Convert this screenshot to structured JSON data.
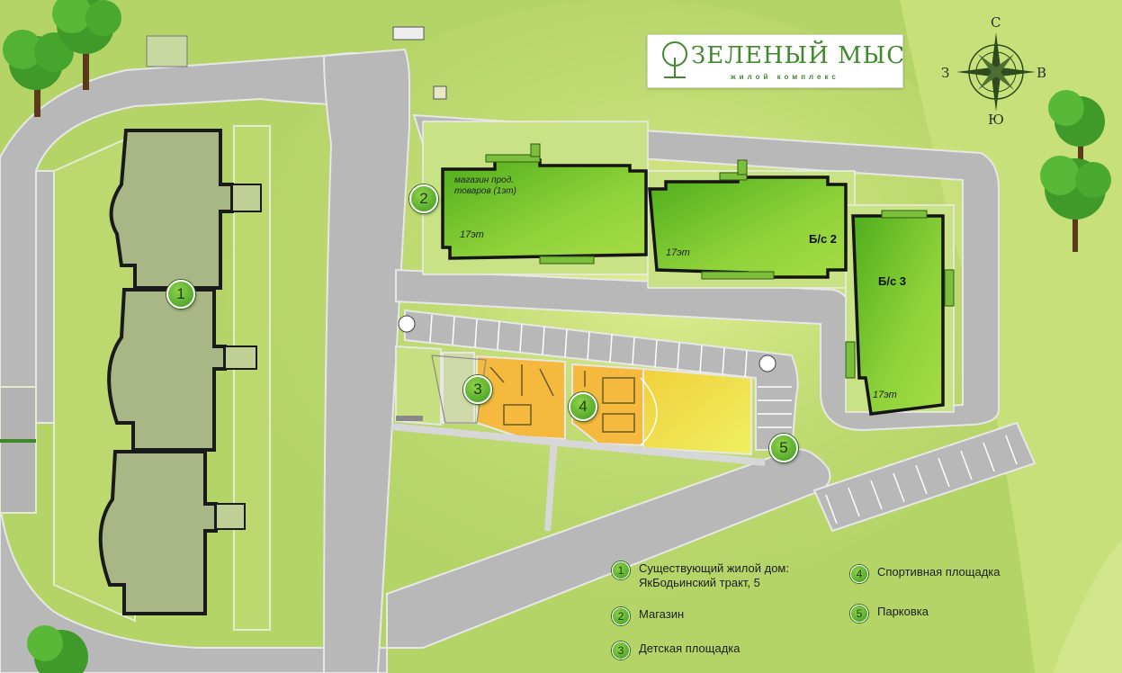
{
  "logo": {
    "title": "ЗЕЛЕНЫЙ МЫС",
    "subtitle": "жилой комплекс"
  },
  "compass": {
    "north": "С",
    "south": "Ю",
    "west": "З",
    "east": "В"
  },
  "buildings": {
    "existing": {
      "label": "1"
    },
    "shop_block": {
      "shop_label": "магазин прод. товаров (1эт)",
      "floors": "17эт"
    },
    "bs2": {
      "name": "Б/с 2",
      "floors": "17эт"
    },
    "bs3": {
      "name": "Б/с 3",
      "floors": "17эт"
    }
  },
  "markers": [
    "1",
    "2",
    "3",
    "4",
    "5"
  ],
  "legend": [
    {
      "num": "1",
      "line1": "Существующий жилой дом:",
      "line2": "ЯкБодьинский тракт, 5"
    },
    {
      "num": "2",
      "line1": "Магазин",
      "line2": ""
    },
    {
      "num": "3",
      "line1": "Детская площадка",
      "line2": ""
    },
    {
      "num": "4",
      "line1": "Спортивная площадка",
      "line2": ""
    },
    {
      "num": "5",
      "line1": "Парковка",
      "line2": ""
    }
  ],
  "colors": {
    "grass": "#b8d76a",
    "road": "#b6b6b6",
    "existing_building": "#a7b584",
    "new_building": "#6cc32a",
    "playground": "#f4b544",
    "sport": "#e7e54a"
  }
}
